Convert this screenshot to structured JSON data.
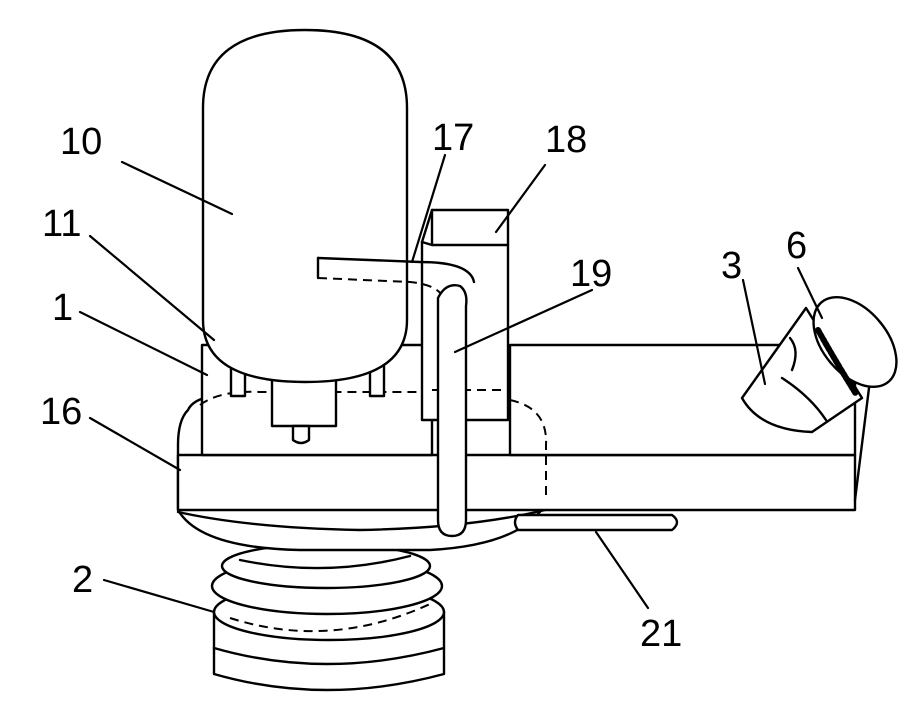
{
  "labels": {
    "l10": "10",
    "l11": "11",
    "l1": "1",
    "l16": "16",
    "l17": "17",
    "l18": "18",
    "l19": "19",
    "l3": "3",
    "l6": "6",
    "l2": "2",
    "l21": "21"
  },
  "colors": {
    "line": "#000000",
    "background": "#ffffff"
  }
}
